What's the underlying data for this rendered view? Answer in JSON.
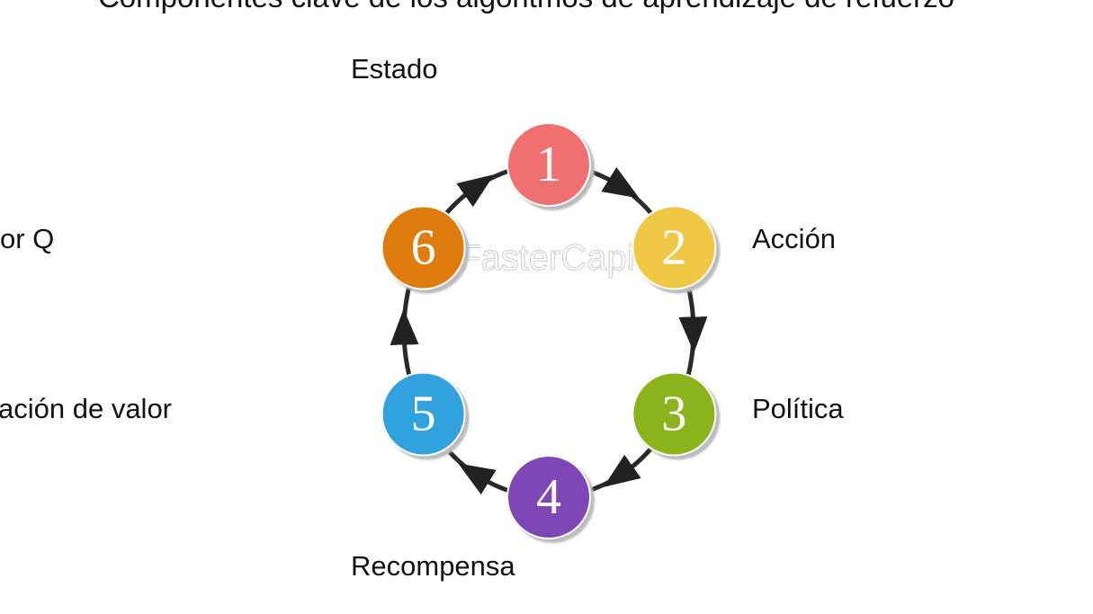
{
  "title": "Componentes clave de los algoritmos de aprendizaje de refuerzo",
  "watermark": "FasterCapital",
  "steps": [
    {
      "number": "1",
      "color": "#f07070"
    },
    {
      "number": "2",
      "color": "#f0c844"
    },
    {
      "number": "3",
      "color": "#8bb31e"
    },
    {
      "number": "4",
      "color": "#7f47b6"
    },
    {
      "number": "5",
      "color": "#32a2df"
    },
    {
      "number": "6",
      "color": "#e07b10"
    }
  ],
  "labels": {
    "estado": "Estado",
    "accion": "Acción",
    "politica": "Política",
    "recompensa": "Recompensa",
    "valor_q": "or Q",
    "valor": "ación de valor"
  }
}
